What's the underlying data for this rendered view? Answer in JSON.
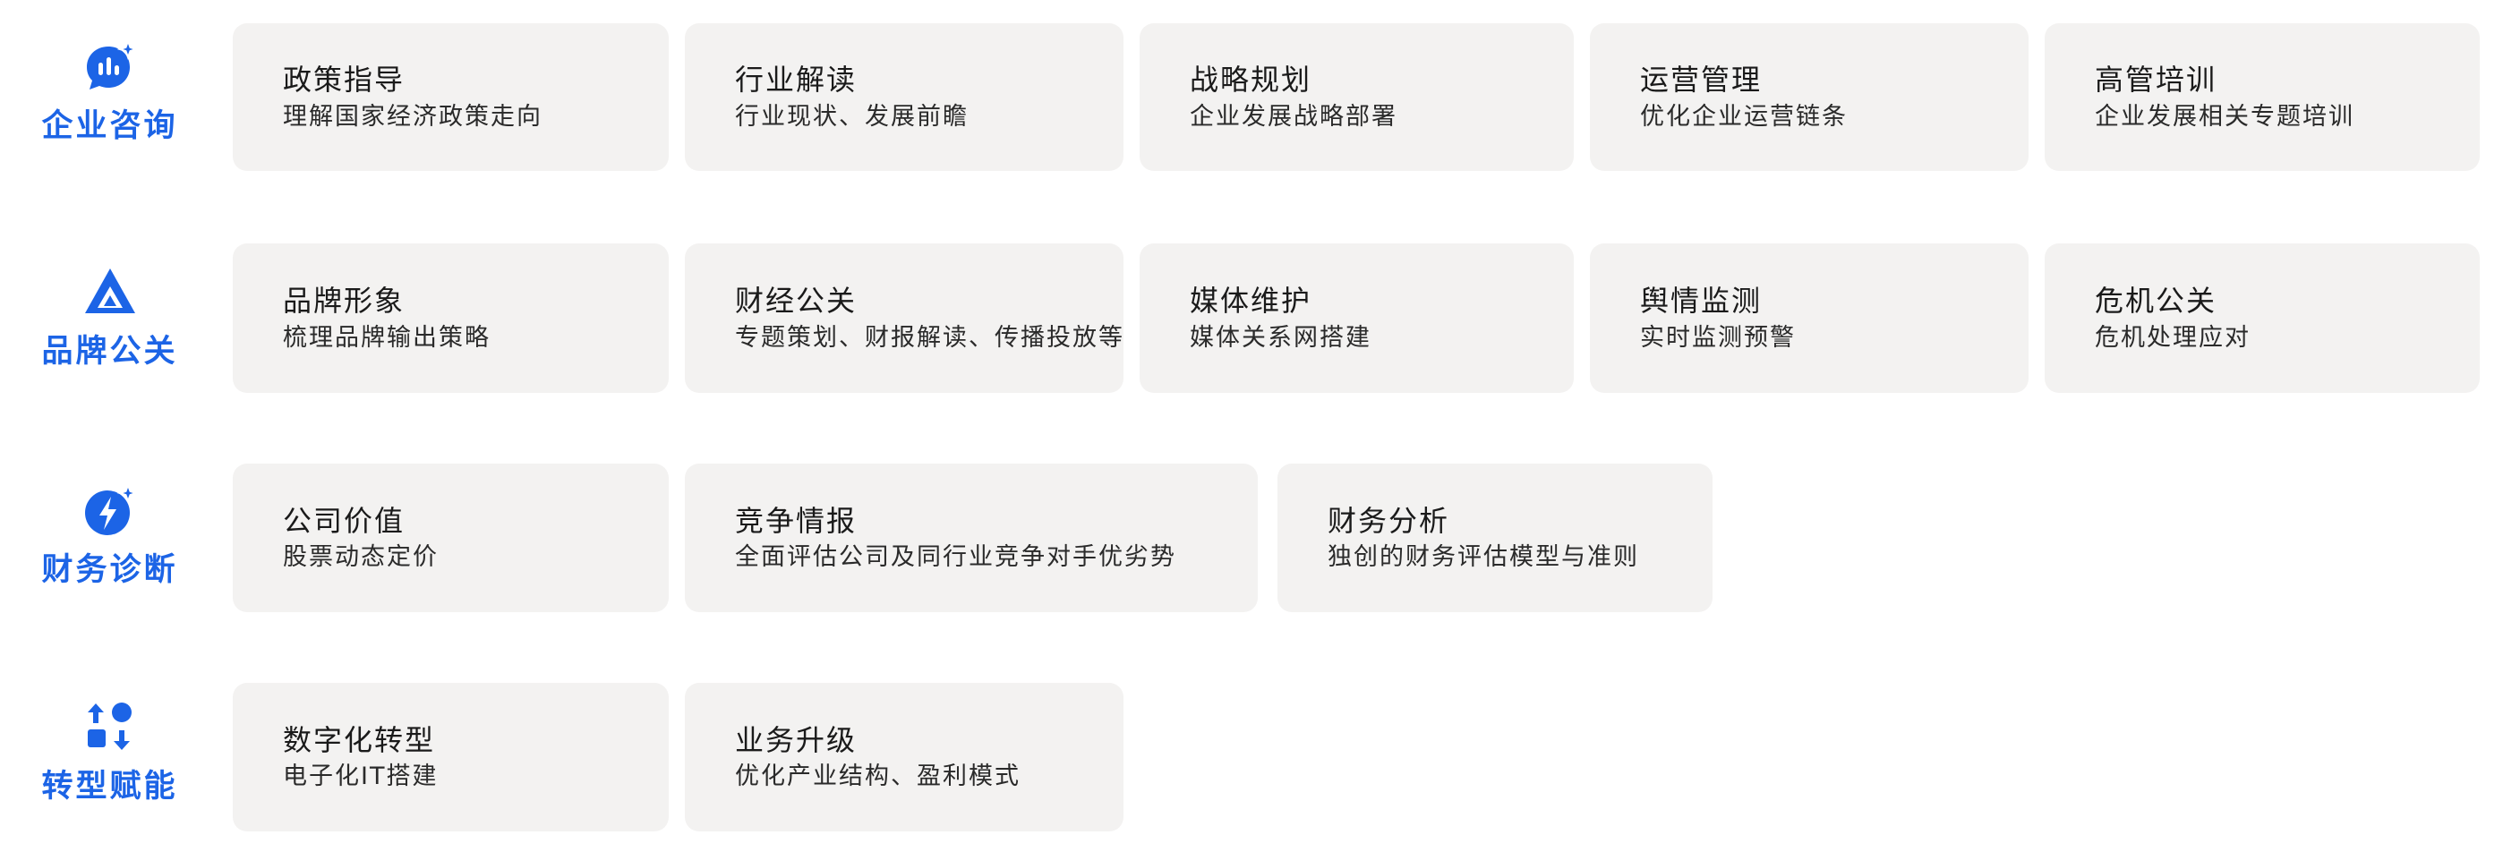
{
  "categories": [
    {
      "label": "企业咨询",
      "icon": "chat-bars-sparkle-icon",
      "cards": [
        {
          "title": "政策指导",
          "sub": "理解国家经济政策走向"
        },
        {
          "title": "行业解读",
          "sub": "行业现状、发展前瞻"
        },
        {
          "title": "战略规划",
          "sub": "企业发展战略部署"
        },
        {
          "title": "运营管理",
          "sub": "优化企业运营链条"
        },
        {
          "title": "高管培训",
          "sub": "企业发展相关专题培训"
        }
      ]
    },
    {
      "label": "品牌公关",
      "icon": "triangle-logo-icon",
      "cards": [
        {
          "title": "品牌形象",
          "sub": "梳理品牌输出策略"
        },
        {
          "title": "财经公关",
          "sub": "专题策划、财报解读、传播投放等"
        },
        {
          "title": "媒体维护",
          "sub": "媒体关系网搭建"
        },
        {
          "title": "舆情监测",
          "sub": "实时监测预警"
        },
        {
          "title": "危机公关",
          "sub": "危机处理应对"
        }
      ]
    },
    {
      "label": "财务诊断",
      "icon": "lightning-sparkle-icon",
      "cards": [
        {
          "title": "公司价值",
          "sub": "股票动态定价"
        },
        {
          "title": "竞争情报",
          "sub": "全面评估公司及同行业竞争对手优劣势"
        },
        {
          "title": "财务分析",
          "sub": "独创的财务评估模型与准则"
        }
      ]
    },
    {
      "label": "转型赋能",
      "icon": "transform-shapes-icon",
      "cards": [
        {
          "title": "数字化转型",
          "sub": "电子化IT搭建"
        },
        {
          "title": "业务升级",
          "sub": "优化产业结构、盈利模式"
        }
      ]
    }
  ],
  "colors": {
    "accent": "#1c64e6",
    "card_bg": "#f3f2f1",
    "text": "#1a1a1a"
  }
}
